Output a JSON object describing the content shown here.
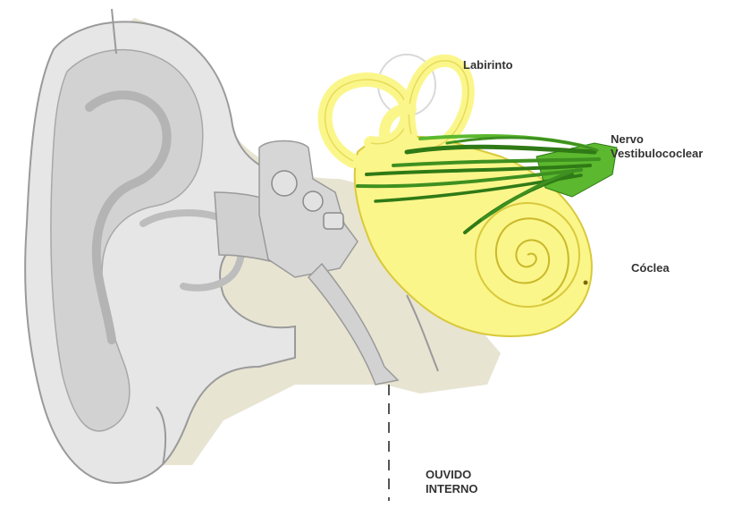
{
  "labels": {
    "labirinto": "Labirinto",
    "nervo_line1": "Nervo",
    "nervo_line2": "Vestibulococlear",
    "coclea": "Cóclea",
    "ouvido_line1": "OUVIDO",
    "ouvido_line2": "INTERNO"
  },
  "colors": {
    "outer_ear": "#e4e4e4",
    "outer_ear_stroke": "#9a9a9a",
    "bone_background": "#e8e4d2",
    "inner_ear": "#fbf68a",
    "inner_ear_stroke": "#d9c93c",
    "nerve": "#5cb82e",
    "nerve_dark": "#2f7a16",
    "text": "#333333"
  },
  "icons": [
    "ear-illustration",
    "labyrinth-shape",
    "cochlea-spiral",
    "nerve-bundle"
  ]
}
